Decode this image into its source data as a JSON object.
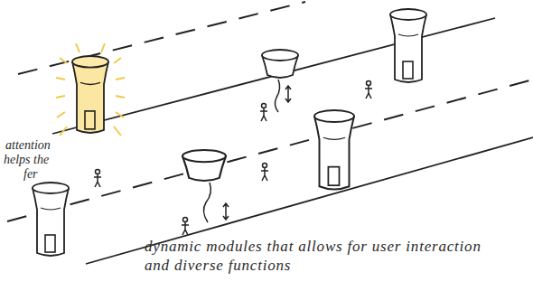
{
  "diagram": {
    "labels": [
      "attention",
      "helps the",
      "fer",
      "dynamic modules that allows for user interaction and diverse functions"
    ]
  }
}
